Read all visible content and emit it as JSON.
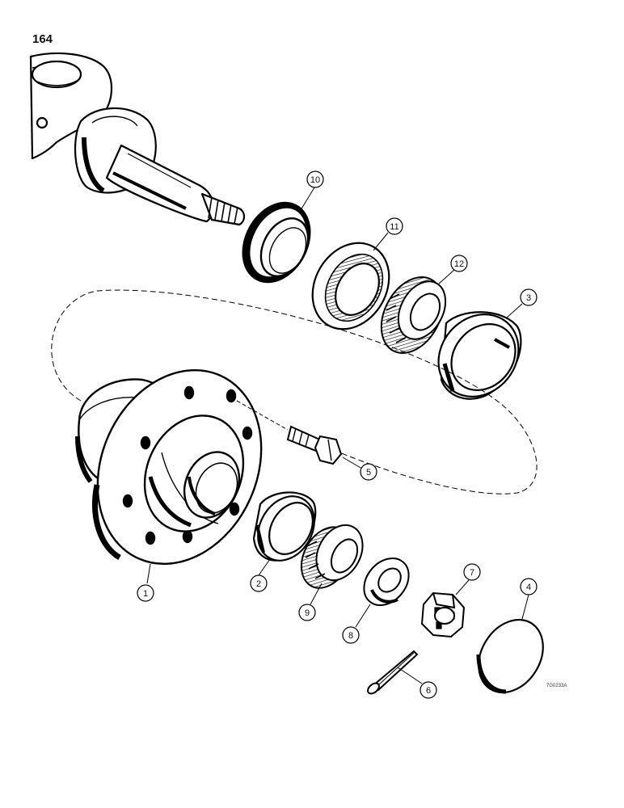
{
  "page_number": "164",
  "figure_code": "7G0233A",
  "callouts": [
    "1",
    "2",
    "3",
    "4",
    "5",
    "6",
    "7",
    "8",
    "9",
    "10",
    "11",
    "12"
  ]
}
